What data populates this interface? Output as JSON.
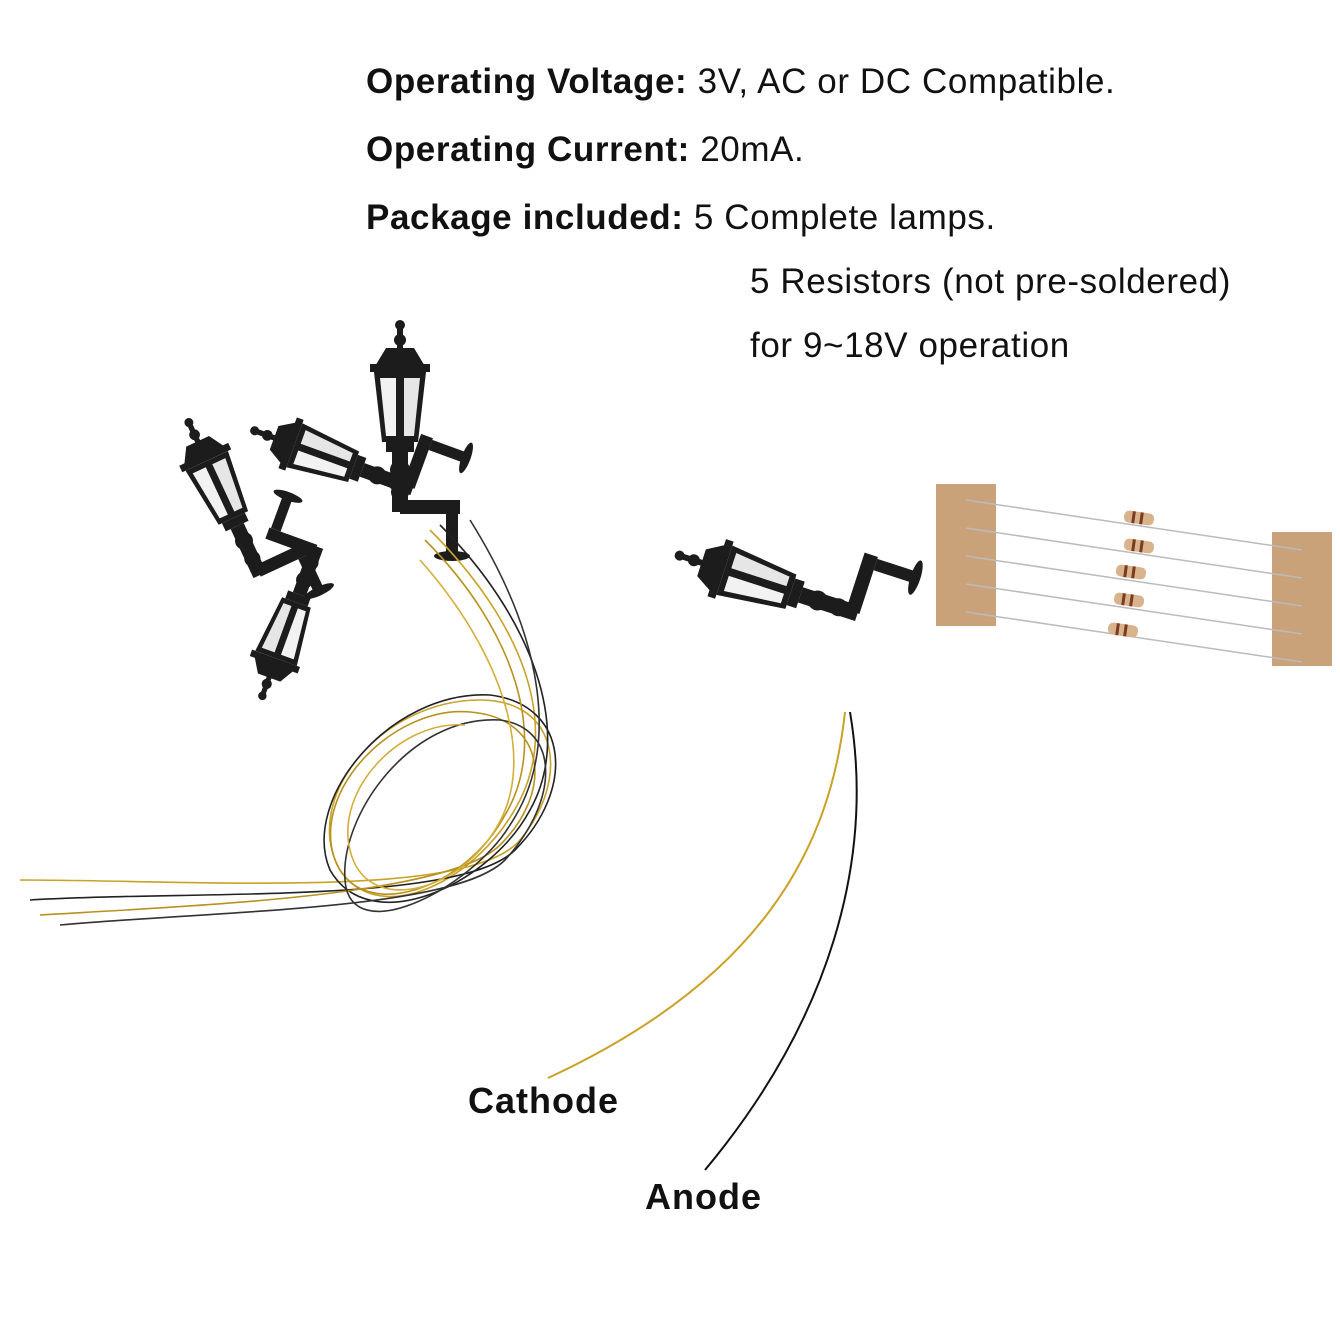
{
  "specs": {
    "voltage": {
      "label": "Operating Voltage:",
      "value": "3V, AC or DC Compatible."
    },
    "current": {
      "label": "Operating Current:",
      "value": "20mA."
    },
    "package": {
      "label": "Package included:",
      "items": [
        "5 Complete lamps.",
        "5 Resistors (not pre-soldered)",
        "for 9~18V operation"
      ]
    }
  },
  "callouts": {
    "cathode": "Cathode",
    "anode": "Anode"
  },
  "colors": {
    "lamp_body": "#1c1c1c",
    "lamp_glass": "#f2f2f2",
    "wire_gold": "#c9a227",
    "wire_black": "#111111",
    "resistor_tape": "#c9a27a",
    "text": "#111111"
  }
}
